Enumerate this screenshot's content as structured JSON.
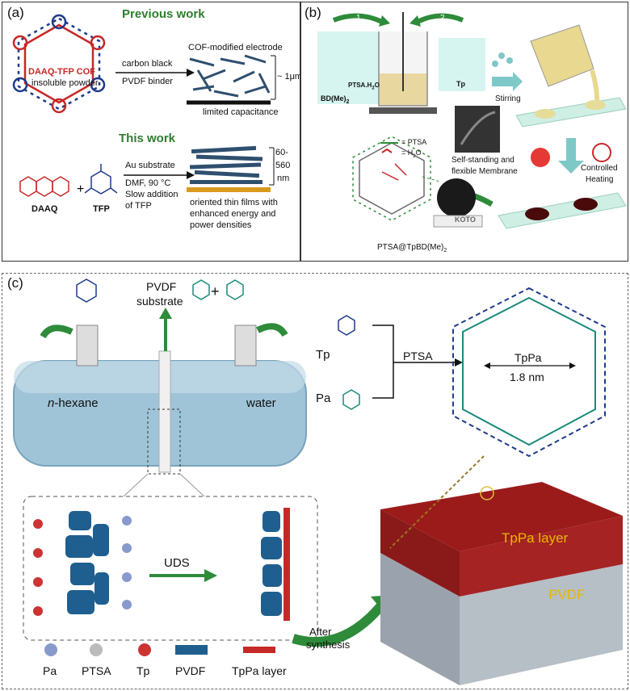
{
  "panel_a": {
    "label": "(a)",
    "previous_work": "Previous work",
    "cof_name": "DAAQ-TFP COF",
    "insoluble": "insoluble powder",
    "carbon_black": "carbon black",
    "pvdf_binder": "PVDF binder",
    "electrode": "COF-modified electrode",
    "thickness_1": "~ 1μm",
    "limited": "limited capacitance",
    "this_work": "This work",
    "au_substrate": "Au substrate",
    "dmf": "DMF, 90 °C",
    "slow1": "Slow addition",
    "slow2": "of TFP",
    "thickness_2a": "60-",
    "thickness_2b": "560",
    "thickness_2c": "nm",
    "daaq": "DAAQ",
    "tfp": "TFP",
    "oriented1": "oriented thin films with",
    "oriented2": "enhanced energy and",
    "oriented3": "power densities"
  },
  "panel_b": {
    "label": "(b)",
    "step1": "1",
    "step2": "2",
    "bd": "BD(Me)",
    "bd_sub": "2",
    "ptsa_h2o": "PTSA.H",
    "ptsa_h2o_sub": "2",
    "ptsa_h2o_end": "O",
    "tp": "Tp",
    "stirring": "Stirring",
    "legend_ptsa": "= PTSA",
    "legend_h2o": "= H",
    "legend_h2o_sub": "2",
    "legend_h2o_end": "O",
    "membrane1": "Self-standing and",
    "membrane2": "flexible Membrane",
    "heating1": "Controlled",
    "heating2": "Heating",
    "product": "PTSA@TpBD(Me)",
    "product_sub": "2",
    "ruler": "KOTO"
  },
  "panel_c": {
    "label": "(c)",
    "pvdf_substrate1": "PVDF",
    "pvdf_substrate2": "substrate",
    "hexane_prefix": "n",
    "hexane": "-hexane",
    "water": "water",
    "tp": "Tp",
    "pa": "Pa",
    "ptsa": "PTSA",
    "tppa": "TpPa",
    "pore": "1.8 nm",
    "uds": "UDS",
    "after1": "After",
    "after2": "synthesis",
    "tppa_layer": "TpPa layer",
    "pvdf": "PVDF",
    "legend": [
      "Pa",
      "PTSA",
      "Tp",
      "PVDF",
      "TpPa layer"
    ]
  },
  "colors": {
    "green_text": "#2e7d2e",
    "red_cof": "#c62828",
    "blue_cof": "#1e3a8a",
    "teal": "#1a8a7a",
    "pvdf_blue": "#1f5f8f",
    "tppa_red": "#9b1b1b",
    "arrow_green": "#2e8b3a"
  }
}
